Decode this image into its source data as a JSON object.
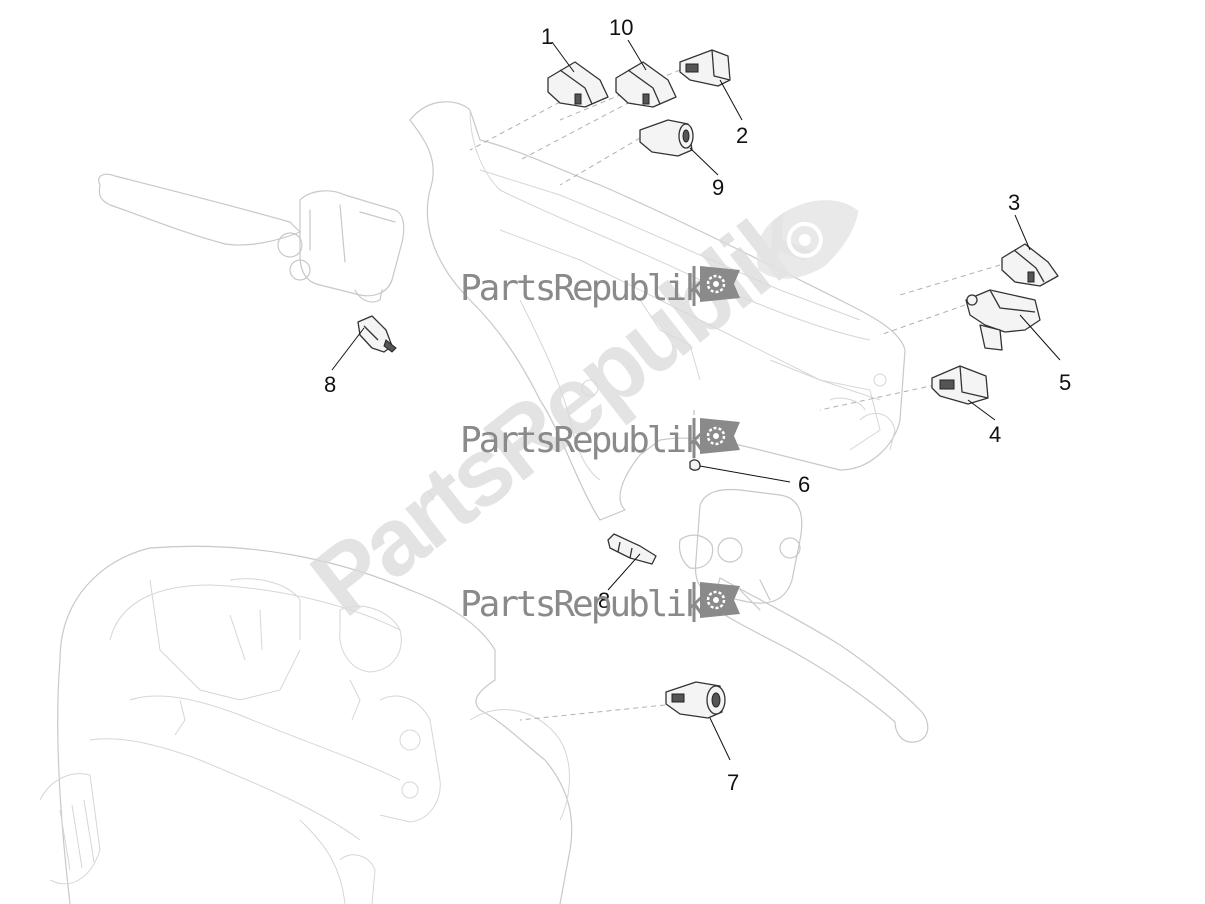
{
  "watermark": {
    "text": "PartsRepublik",
    "color": "#8a8a8a"
  },
  "callouts": {
    "c1": "1",
    "c2": "2",
    "c3": "3",
    "c4": "4",
    "c5": "5",
    "c6": "6",
    "c7": "7",
    "c8a": "8",
    "c8b": "8",
    "c9": "9",
    "c10": "10"
  },
  "icons": [
    "flag-gear-icon"
  ],
  "colors": {
    "line_art": "#c8c8c8",
    "parts": "#333333",
    "background": "#ffffff"
  }
}
